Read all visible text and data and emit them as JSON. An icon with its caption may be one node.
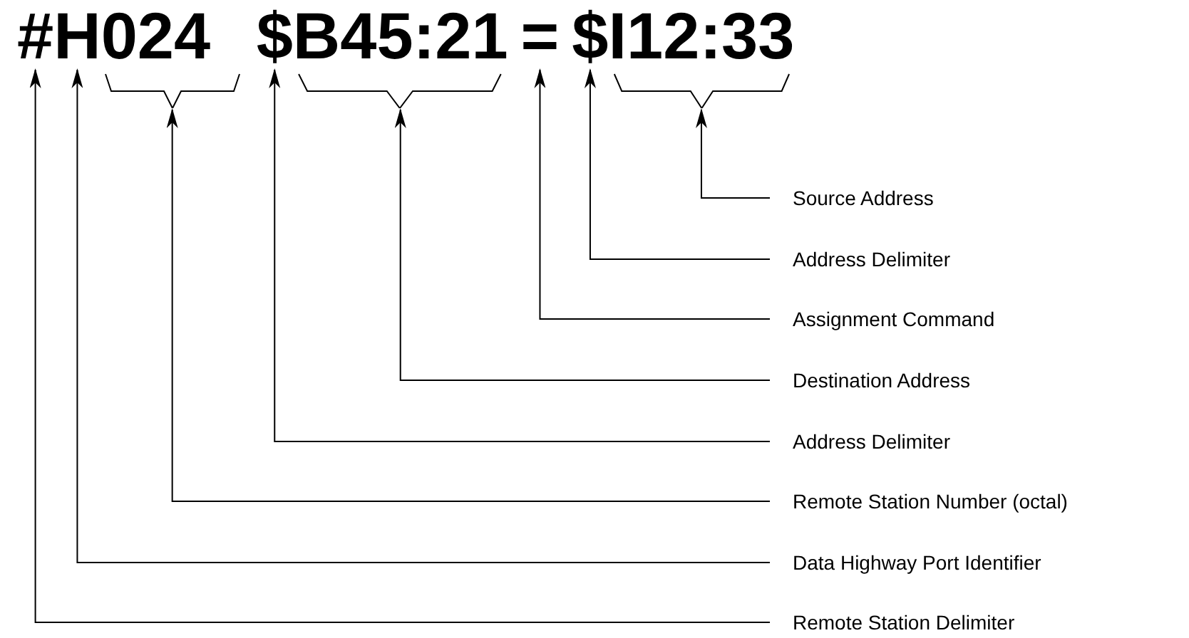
{
  "diagram": {
    "nodes": [
      {
        "text": [
          "#"
        ]
      },
      {
        "text": [
          "H"
        ]
      },
      {
        "text": [
          "024"
        ]
      },
      {
        "text": [
          "$"
        ]
      },
      {
        "text": [
          "B45:21"
        ]
      },
      {
        "text": [
          "="
        ]
      },
      {
        "text": [
          "$"
        ]
      },
      {
        "text": [
          "I12:33"
        ]
      },
      {
        "text": [
          "Source Address"
        ]
      },
      {
        "text": [
          "Address Delimiter"
        ]
      },
      {
        "text": [
          "Assignment Command"
        ]
      },
      {
        "text": [
          "Destination Address"
        ]
      },
      {
        "text": [
          "Address Delimiter"
        ]
      },
      {
        "text": [
          "Remote Station Number (octal)"
        ]
      },
      {
        "text": [
          "Data Highway Port Identifier"
        ]
      },
      {
        "text": [
          "Remote Station Delimiter"
        ]
      }
    ],
    "edges": [
      {
        "from": 8,
        "to": 7,
        "arrow": "to"
      },
      {
        "from": 9,
        "to": 6,
        "arrow": "to"
      },
      {
        "from": 10,
        "to": 5,
        "arrow": "to"
      },
      {
        "from": 11,
        "to": 4,
        "arrow": "to"
      },
      {
        "from": 12,
        "to": 3,
        "arrow": "to"
      },
      {
        "from": 13,
        "to": 2,
        "arrow": "to"
      },
      {
        "from": 14,
        "to": 1,
        "arrow": "to"
      },
      {
        "from": 15,
        "to": 0,
        "arrow": "to"
      }
    ]
  }
}
